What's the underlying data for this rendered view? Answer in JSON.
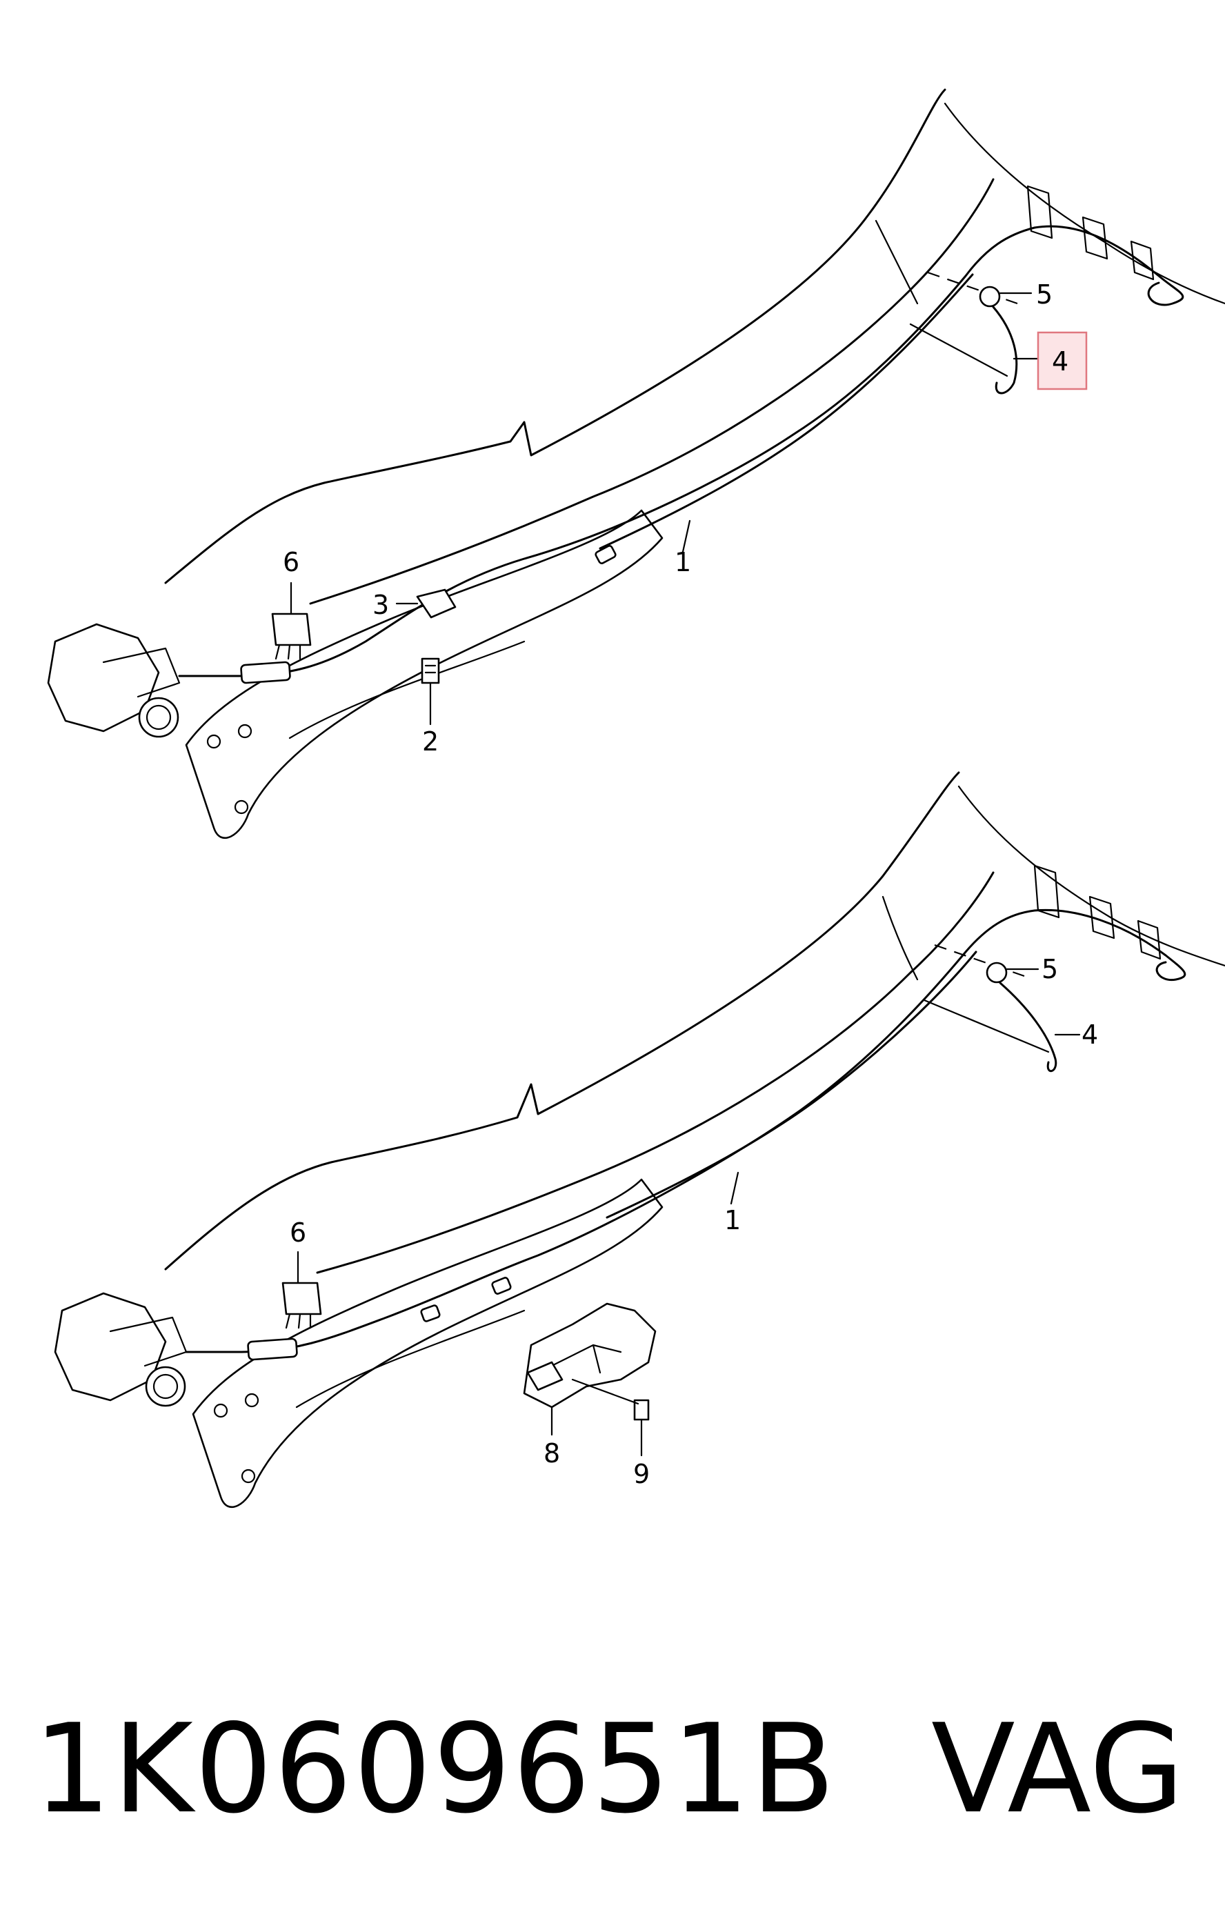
{
  "diagram_top": {
    "callouts": [
      "1",
      "2",
      "3",
      "4",
      "5",
      "6"
    ],
    "highlighted_callout": "4"
  },
  "diagram_bottom": {
    "callouts": [
      "1",
      "4",
      "5",
      "6",
      "8",
      "9"
    ]
  },
  "caption": {
    "part_number": "1K0609651B",
    "brand": "VAG"
  },
  "colors": {
    "line": "#000000",
    "highlight_fill": "#fce4e6",
    "highlight_border": "#e0777f"
  }
}
